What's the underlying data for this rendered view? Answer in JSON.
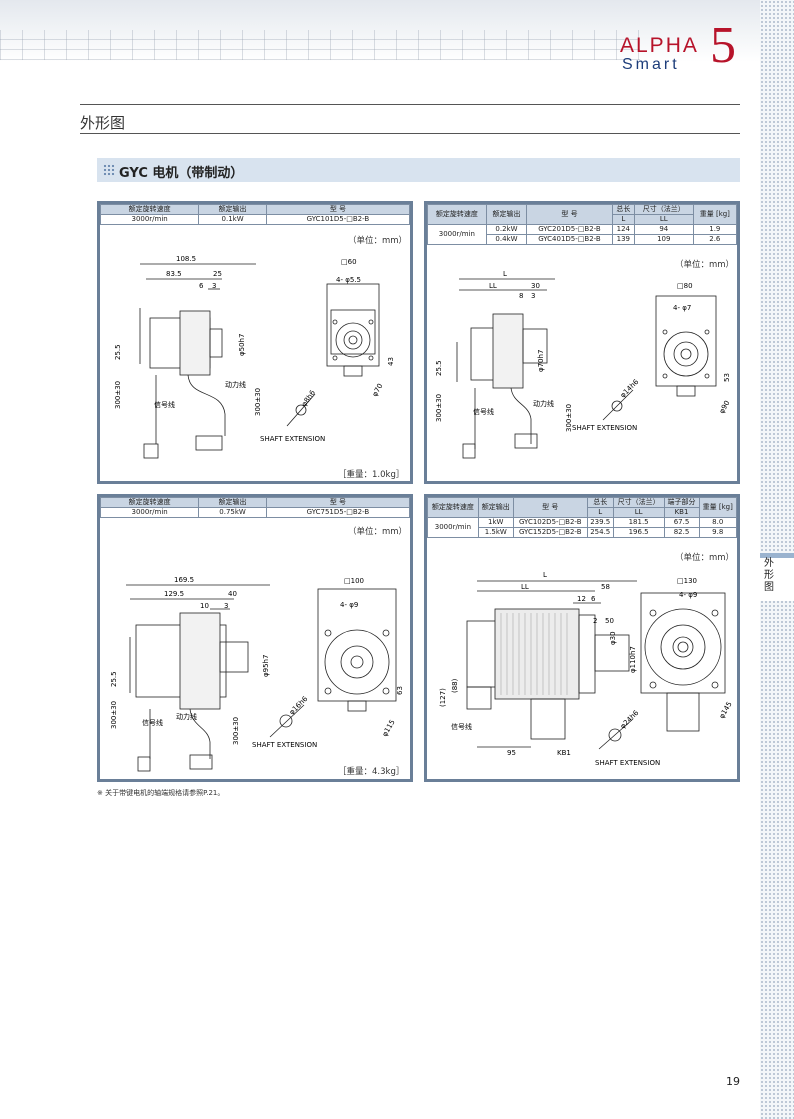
{
  "logo": {
    "alpha": "ALPHA",
    "smart": "Smart",
    "five": "5"
  },
  "section_title": "外形图",
  "subtitle": "GYC 电机（带制动）",
  "side_tab": [
    "外",
    "形",
    "图"
  ],
  "panels": [
    {
      "headers": [
        "额定旋转速度",
        "额定输出",
        "型  号"
      ],
      "row": [
        "3000r/min",
        "0.1kW",
        "GYC101D5-□B2-B"
      ],
      "unit": "（单位：mm）",
      "weight": "［重量：1.0kg］",
      "dims": {
        "d1": "108.5",
        "d2": "83.5",
        "d3": "25",
        "d4": "6",
        "d5": "3",
        "sq": "□60",
        "holes": "4- φ5.5",
        "shaft": "φ50h7",
        "h1": "25.5",
        "h2": "43",
        "cable1": "300±30",
        "cable2": "300±30",
        "pcd": "φ70",
        "shaft_ext": "φ8h6"
      },
      "labels": {
        "signal": "信号线",
        "power": "动力线",
        "shaft_extension": "SHAFT EXTENSION"
      }
    },
    {
      "headers": [
        "额定旋转速度",
        "额定输出",
        "型  号",
        "总长",
        "尺寸（法兰）",
        "重量 [kg]"
      ],
      "sub_headers": [
        "L",
        "LL"
      ],
      "speed": "3000r/min",
      "rows": [
        [
          "0.2kW",
          "GYC201D5-□B2-B",
          "124",
          "94",
          "1.9"
        ],
        [
          "0.4kW",
          "GYC401D5-□B2-B",
          "139",
          "109",
          "2.6"
        ]
      ],
      "unit": "（单位：mm）",
      "dims": {
        "L": "L",
        "LL": "LL",
        "d1": "30",
        "d2": "8",
        "d3": "3",
        "sq": "□80",
        "holes": "4- φ7",
        "shaft": "φ70h7",
        "h1": "25.5",
        "h2": "53",
        "cable1": "300±30",
        "cable2": "300±30",
        "pcd": "φ90",
        "shaft_ext": "φ14h6"
      },
      "labels": {
        "signal": "信号线",
        "power": "动力线",
        "shaft_extension": "SHAFT EXTENSION"
      }
    },
    {
      "headers": [
        "额定旋转速度",
        "额定输出",
        "型  号"
      ],
      "row": [
        "3000r/min",
        "0.75kW",
        "GYC751D5-□B2-B"
      ],
      "unit": "（单位：mm）",
      "weight": "［重量：4.3kg］",
      "dims": {
        "d1": "169.5",
        "d2": "129.5",
        "d3": "40",
        "d4": "10",
        "d5": "3",
        "sq": "□100",
        "holes": "4- φ9",
        "shaft": "φ95h7",
        "h1": "25.5",
        "h2": "63",
        "cable1": "300±30",
        "cable2": "300±30",
        "pcd": "φ115",
        "shaft_ext": "φ16h6"
      },
      "labels": {
        "signal": "信号线",
        "power": "动力线",
        "shaft_extension": "SHAFT EXTENSION"
      }
    },
    {
      "headers": [
        "额定旋转速度",
        "额定输出",
        "型  号",
        "总长",
        "尺寸（法兰）",
        "端子部分",
        "重量 [kg]"
      ],
      "sub_headers": [
        "L",
        "LL",
        "KB1"
      ],
      "speed": "3000r/min",
      "rows": [
        [
          "1kW",
          "GYC102D5-□B2-B",
          "239.5",
          "181.5",
          "67.5",
          "8.0"
        ],
        [
          "1.5kW",
          "GYC152D5-□B2-B",
          "254.5",
          "196.5",
          "82.5",
          "9.8"
        ]
      ],
      "unit": "（单位：mm）",
      "dims": {
        "L": "L",
        "LL": "LL",
        "d1": "58",
        "d2": "12",
        "d3": "6",
        "d4": "2",
        "d5": "50",
        "sq": "□130",
        "holes": "4- φ9",
        "shaft": "φ110h7",
        "shaft2": "φ30",
        "h1": "(127)",
        "h2": "(88)",
        "d95": "95",
        "kb1": "KB1",
        "pcd": "φ145",
        "shaft_ext": "φ24h6"
      },
      "labels": {
        "signal": "信号线",
        "shaft_extension": "SHAFT EXTENSION"
      }
    }
  ],
  "footnote": "※  关于带键电机的轴端规格请参照P.21。",
  "page_number": "19"
}
